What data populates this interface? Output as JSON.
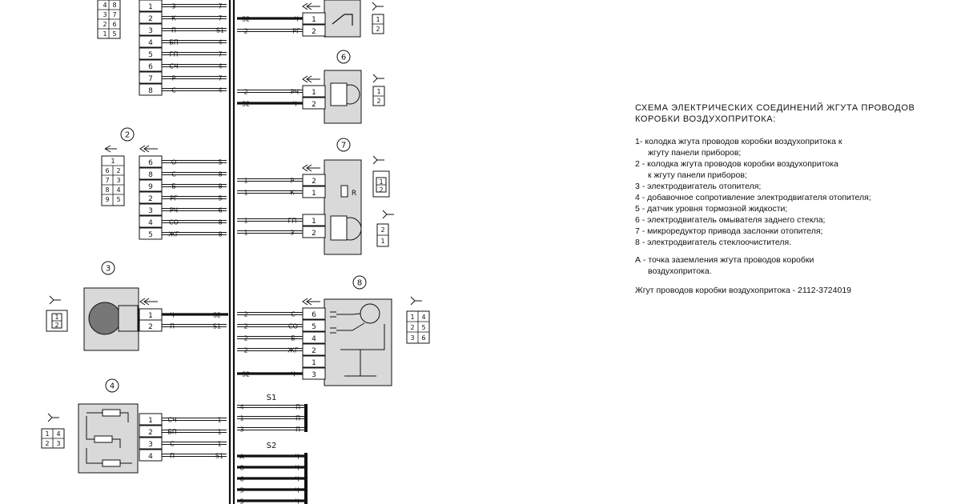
{
  "legend": {
    "title_line1": "СХЕМА ЭЛЕКТРИЧЕСКИХ СОЕДИНЕНИЙ ЖГУТА ПРОВОДОВ",
    "title_line2": "КОРОБКИ ВОЗДУХОПРИТОКА:",
    "items": [
      {
        "line1": "1- колодка жгута проводов коробки воздухопритока к",
        "line2": "жгуту панели приборов;"
      },
      {
        "line1": "2 - колодка жгута проводов коробки воздухопритока",
        "line2": "к жгуту панели приборов;"
      },
      {
        "line1": "3 - электродвигатель отопителя;",
        "line2": ""
      },
      {
        "line1": "4 - добавочное сопротивление электродвигателя отопителя;",
        "line2": ""
      },
      {
        "line1": "5 - датчик уровня тормозной жидкости;",
        "line2": ""
      },
      {
        "line1": "6 - электродвигатель омывателя заднего стекла;",
        "line2": ""
      },
      {
        "line1": "7 - микроредуктор привода заслонки отопителя;",
        "line2": ""
      },
      {
        "line1": "8 - электродвигатель стеклоочистителя.",
        "line2": ""
      }
    ],
    "note_line1": "А - точка заземления жгута проводов коробки",
    "note_line2": "воздухопритока.",
    "footer": "Жгут проводов коробки воздухопритока - 2112-3724019"
  },
  "diagram": {
    "callouts": [
      "2",
      "3",
      "4",
      "6",
      "7",
      "8"
    ],
    "resistor_label": "R",
    "splice_labels": [
      "S1",
      "S2"
    ],
    "block1": {
      "face_pins": [
        "4",
        "8",
        "3",
        "7",
        "2",
        "6",
        "1",
        "5"
      ],
      "rows": [
        {
          "pin": "1",
          "color": "З",
          "dest": "7"
        },
        {
          "pin": "2",
          "color": "К",
          "dest": "7"
        },
        {
          "pin": "3",
          "color": "П",
          "dest": "S1"
        },
        {
          "pin": "4",
          "color": "БП",
          "dest": "4"
        },
        {
          "pin": "5",
          "color": "ГП",
          "dest": "7"
        },
        {
          "pin": "6",
          "color": "СЧ",
          "dest": "4"
        },
        {
          "pin": "7",
          "color": "Р",
          "dest": "7"
        },
        {
          "pin": "8",
          "color": "С",
          "dest": "4"
        }
      ]
    },
    "block2": {
      "face_pins": [
        "1",
        "6",
        "2",
        "7",
        "3",
        "8",
        "4",
        "9",
        "5"
      ],
      "rows": [
        {
          "pin": "6",
          "color": "О",
          "dest": "5"
        },
        {
          "pin": "8",
          "color": "С",
          "dest": "8"
        },
        {
          "pin": "9",
          "color": "Б",
          "dest": "8"
        },
        {
          "pin": "2",
          "color": "РГ",
          "dest": "5"
        },
        {
          "pin": "3",
          "color": "РЧ",
          "dest": "6"
        },
        {
          "pin": "4",
          "color": "СО",
          "dest": "8"
        },
        {
          "pin": "5",
          "color": "ЖГ",
          "dest": "8"
        }
      ]
    },
    "comp5": {
      "pins": [
        "1",
        "2"
      ],
      "wires": [
        {
          "from": "S2",
          "color": "Ч"
        },
        {
          "from": "2",
          "color": "РГ"
        }
      ],
      "face": [
        "1",
        "2"
      ]
    },
    "comp6": {
      "pins": [
        "1",
        "2"
      ],
      "wires": [
        {
          "from": "2",
          "color": "РЧ"
        },
        {
          "from": "S2",
          "color": "Ч"
        }
      ],
      "face": [
        "1",
        "2"
      ]
    },
    "comp7": {
      "pins": [
        "2",
        "1",
        "1",
        "2"
      ],
      "wires": [
        {
          "from": "1",
          "color": "Р"
        },
        {
          "from": "1",
          "color": "К"
        },
        {
          "from": "1",
          "color": "ГП"
        },
        {
          "from": "1",
          "color": "З"
        }
      ],
      "face1": [
        "1",
        "2"
      ],
      "face2": [
        "2",
        "1"
      ]
    },
    "comp3": {
      "pins": [
        "1",
        "2"
      ],
      "wires": [
        {
          "color": "Ч",
          "dest": "S2"
        },
        {
          "color": "П",
          "dest": "S1"
        }
      ],
      "face": [
        "1",
        "2"
      ]
    },
    "comp4": {
      "pins": [
        "1",
        "2",
        "3",
        "4"
      ],
      "wires": [
        {
          "color": "СЧ",
          "dest": "1"
        },
        {
          "color": "БП",
          "dest": "1"
        },
        {
          "color": "С",
          "dest": "1"
        },
        {
          "color": "П",
          "dest": "S1"
        }
      ],
      "face": [
        "1",
        "4",
        "2",
        "3"
      ]
    },
    "comp8": {
      "pins": [
        "6",
        "5",
        "4",
        "2",
        "1",
        "3"
      ],
      "wires": [
        {
          "from": "2",
          "color": "С"
        },
        {
          "from": "2",
          "color": "СО"
        },
        {
          "from": "2",
          "color": "Б"
        },
        {
          "from": "2",
          "color": "ЖГ"
        },
        {
          "from": "",
          "color": ""
        },
        {
          "from": "S2",
          "color": "Ч"
        }
      ],
      "face": [
        "1",
        "4",
        "2",
        "5",
        "3",
        "6"
      ]
    },
    "s1": {
      "rows": [
        {
          "from": "4",
          "color": "П"
        },
        {
          "from": "1",
          "color": "П"
        },
        {
          "from": "3",
          "color": "П"
        }
      ]
    },
    "s2": {
      "rows": [
        {
          "from": "А",
          "color": "Ч"
        },
        {
          "from": "8",
          "color": "Ч"
        },
        {
          "from": "6",
          "color": "Ч"
        },
        {
          "from": "3",
          "color": "Ч"
        },
        {
          "from": "5",
          "color": "Ч"
        }
      ]
    }
  }
}
